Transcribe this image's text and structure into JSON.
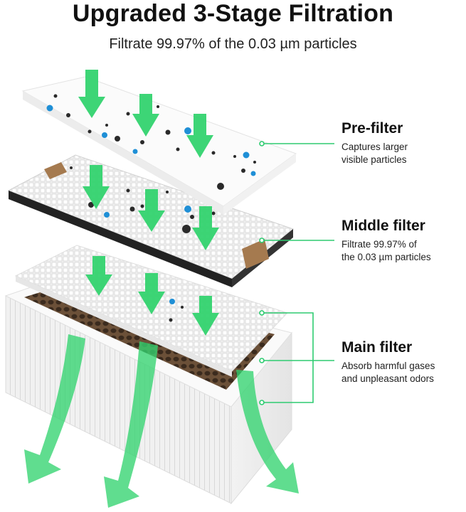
{
  "title": "Upgraded 3-Stage Filtration",
  "subtitle": "Filtrate 99.97% of the 0.03 µm particles",
  "colors": {
    "accent_green": "#2ecc71",
    "arrow_green": "#33d36f",
    "particle_blue": "#1f8fd6",
    "particle_black": "#2a2a2a",
    "frame_dark": "#222222",
    "tab_brown": "#a57a4f",
    "honeycomb_brown": "#5a4330"
  },
  "layers": [
    {
      "name": "Pre-filter",
      "desc_lines": [
        "Captures larger",
        "visible particles"
      ]
    },
    {
      "name": "Middle filter",
      "desc_lines": [
        "Filtrate 99.97% of",
        "the 0.03 µm particles"
      ]
    },
    {
      "name": "Main filter",
      "desc_lines": [
        "Absorb harmful gases",
        "and unpleasant odors"
      ]
    }
  ]
}
